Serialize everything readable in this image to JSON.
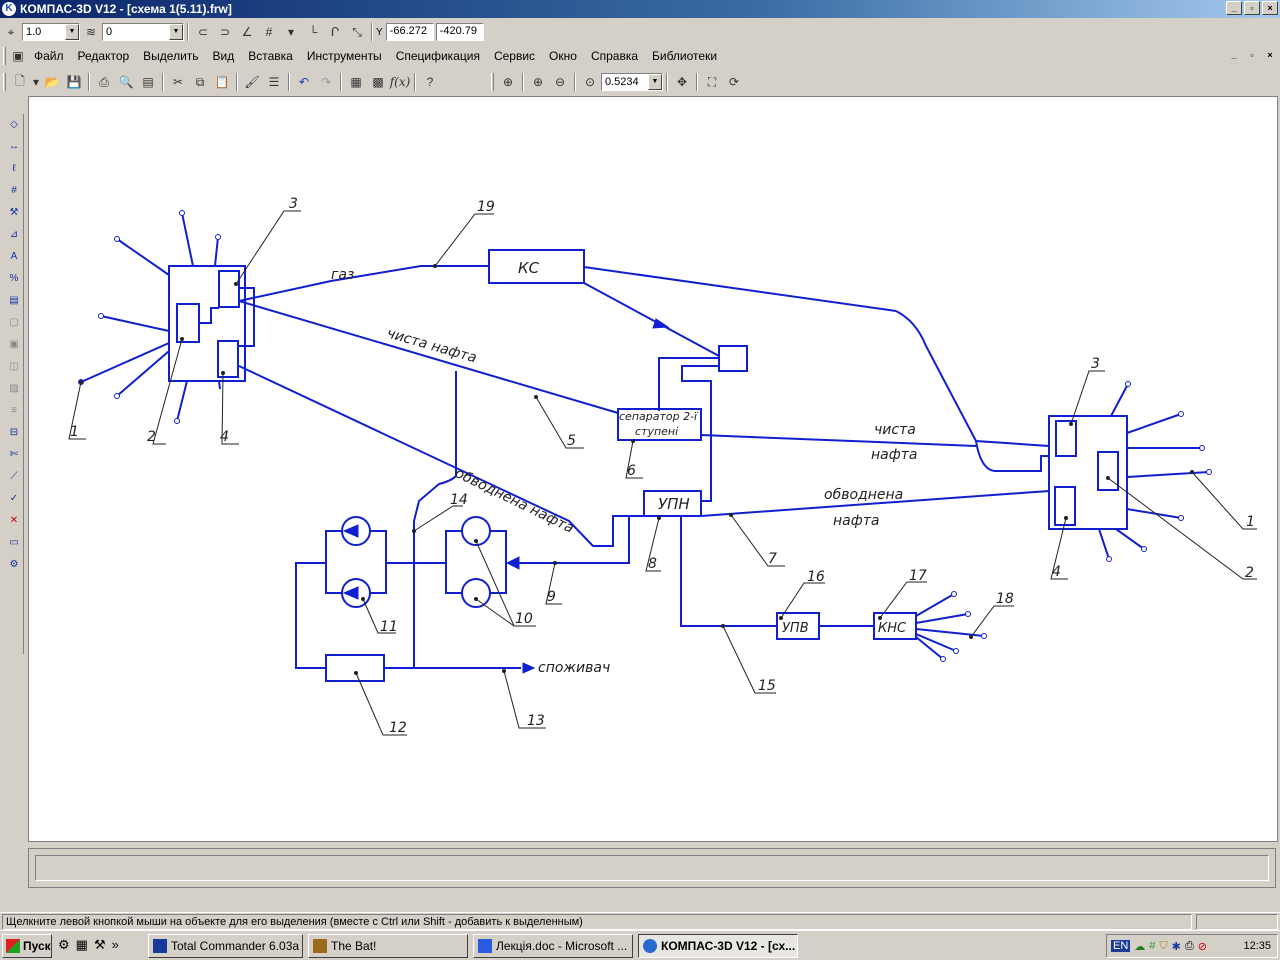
{
  "window": {
    "title": "КОМПАС-3D V12 - [схема 1(5.11).frw]",
    "buttons": [
      "_",
      "▫",
      "×"
    ],
    "doc_buttons": [
      "_",
      "▫",
      "×"
    ]
  },
  "props_toolbar": {
    "scale_value": "1.0",
    "layer_value": "0",
    "coord_x_label": "Y",
    "coord_x": "-66.272",
    "coord_y": "-420.79"
  },
  "menu": [
    "Файл",
    "Редактор",
    "Выделить",
    "Вид",
    "Вставка",
    "Инструменты",
    "Спецификация",
    "Сервис",
    "Окно",
    "Справка",
    "Библиотеки"
  ],
  "std_toolbar": {
    "zoom_value": "0.5234",
    "fx_label": "f(x)"
  },
  "status": {
    "hint": "Щелкните левой кнопкой мыши на объекте для его выделения (вместе с Ctrl или Shift - добавить к выделенным)"
  },
  "taskbar": {
    "start_label": "Пуск",
    "tasks": [
      "Total Commander 6.03a ...",
      "The Bat!",
      "Лекція.doc - Microsoft ...",
      "КОМПАС-3D V12 - [сх..."
    ],
    "tray_lang": "EN",
    "clock": "12:35"
  },
  "diagram": {
    "labels": {
      "gas": "газ",
      "ks": "КС",
      "clean_oil": "чиста  нафта",
      "watered_oil": "обводнена  нафта",
      "separator": "сепаратор 2-ї",
      "separator2": "ступені",
      "upn": "УПН",
      "upv": "УПВ",
      "kns": "КНС",
      "consumer": "споживач",
      "right_clean1": "чиста",
      "right_clean2": "нафта",
      "right_water1": "обводнена",
      "right_water2": "нафта"
    },
    "callouts": [
      "1",
      "2",
      "3",
      "4",
      "5",
      "6",
      "7",
      "8",
      "9",
      "10",
      "11",
      "12",
      "13",
      "14",
      "15",
      "16",
      "17",
      "18",
      "19"
    ]
  }
}
